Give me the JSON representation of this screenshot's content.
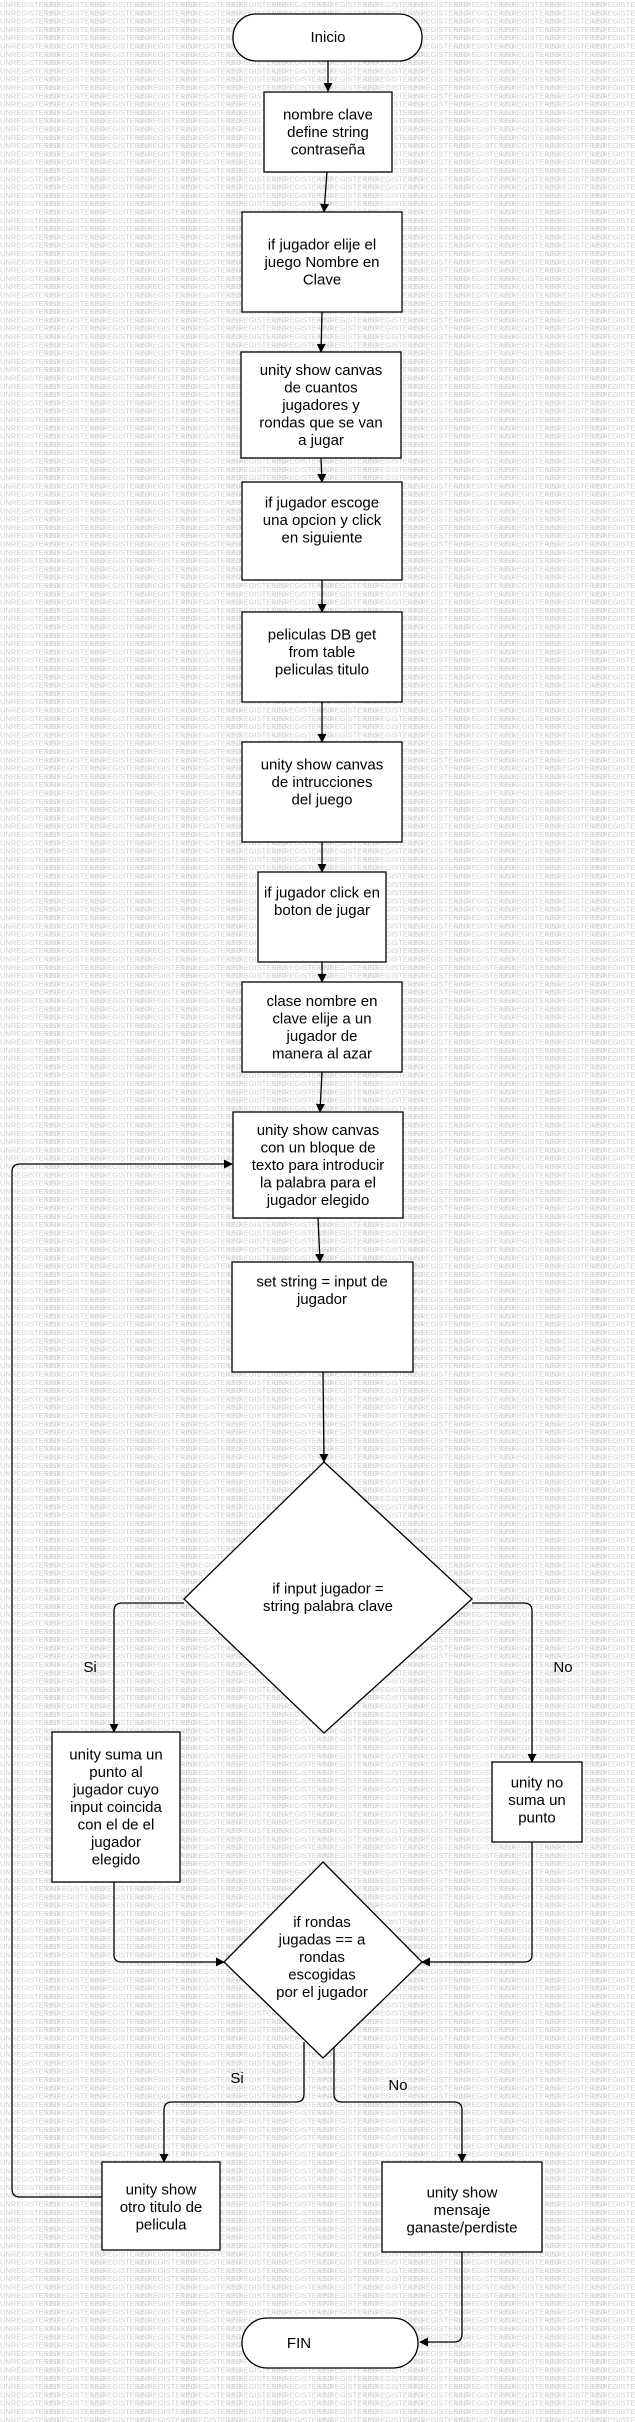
{
  "watermark": "UNREGISTERED",
  "nodes": {
    "start": [
      "Inicio"
    ],
    "def_clave": [
      "nombre clave",
      "define string",
      "contraseña"
    ],
    "elige_juego": [
      "if jugador elije el",
      "juego Nombre en",
      "Clave"
    ],
    "canvas_jugadores": [
      "unity show canvas",
      "de cuantos",
      "jugadores y",
      "rondas que se van",
      "a jugar"
    ],
    "escoge_opcion": [
      "if jugador escoge",
      "una opcion y click",
      "en siguiente"
    ],
    "peliculas_db": [
      "peliculas DB get",
      "from table",
      "peliculas titulo"
    ],
    "canvas_instrucciones": [
      "unity show canvas",
      "de intrucciones",
      "del juego"
    ],
    "click_jugar": [
      "if jugador click en",
      "boton de jugar"
    ],
    "elige_azar": [
      "clase nombre en",
      "clave elije a un",
      "jugador de",
      "manera al azar"
    ],
    "canvas_texto": [
      "unity show canvas",
      "con un bloque de",
      "texto para introducir",
      "la palabra para el",
      "jugador elegido"
    ],
    "set_string": [
      "set string = input de",
      "jugador"
    ],
    "decision_input": [
      "if input jugador =",
      "string palabra clave"
    ],
    "suma_punto": [
      "unity suma un",
      "punto al",
      "jugador cuyo",
      "input coincida",
      "con el de el",
      "jugador",
      "elegido"
    ],
    "no_suma": [
      "unity no",
      "suma un",
      "punto"
    ],
    "decision_rondas": [
      "if rondas",
      "jugadas == a",
      "rondas",
      "escogidas",
      "por el jugador"
    ],
    "otro_titulo": [
      "unity show",
      "otro titulo de",
      "pelicula"
    ],
    "mensaje": [
      "unity show",
      "mensaje",
      "ganaste/perdiste"
    ],
    "end": [
      "FIN"
    ]
  },
  "edge_labels": {
    "si_1": "Si",
    "no_1": "No",
    "si_2": "Si",
    "no_2": "No"
  }
}
